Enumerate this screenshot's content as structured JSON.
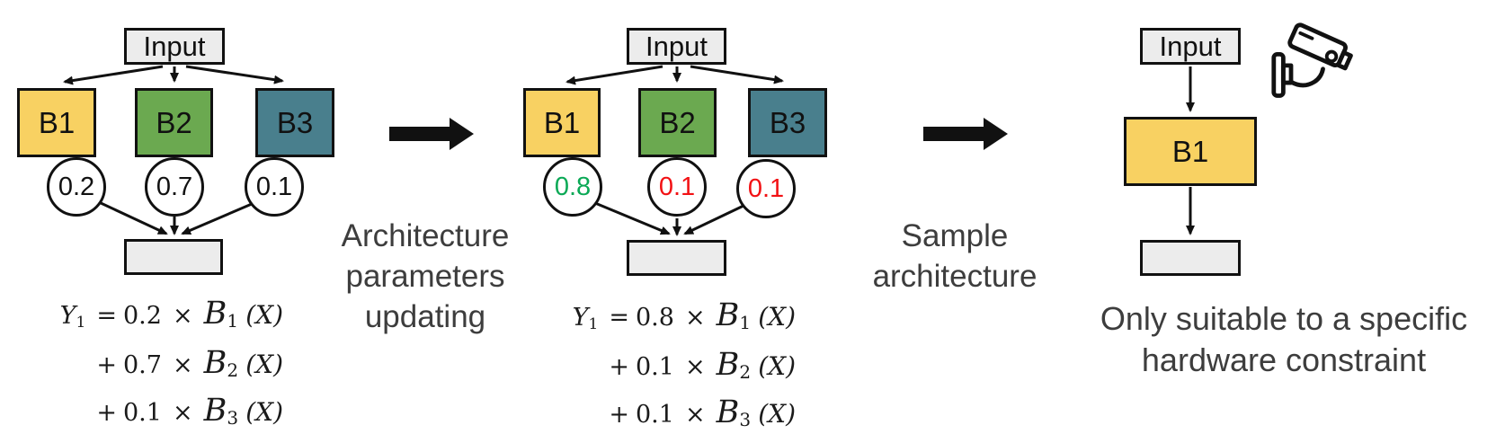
{
  "figure": {
    "type": "neural-architecture-search-overview",
    "colors": {
      "block_b1": "#F8D162",
      "block_b2": "#6BA950",
      "block_b3": "#497F8D",
      "io_box_fill": "#ECECEC",
      "outline": "#111111",
      "transition_text": "#3D3D3D",
      "param_increased": "#0BA956",
      "param_decreased": "#F21114"
    }
  },
  "diagrams": {
    "left": {
      "input_label": "Input",
      "blocks": [
        {
          "label": "B1"
        },
        {
          "label": "B2"
        },
        {
          "label": "B3"
        }
      ],
      "params": [
        {
          "value": "0.2"
        },
        {
          "value": "0.7"
        },
        {
          "value": "0.1"
        }
      ],
      "equation": {
        "lines": [
          {
            "lhs": "Y",
            "lhs_sub": "1",
            "op": "=",
            "coef": "0.2",
            "times": "×",
            "block": "B",
            "block_sub": "1",
            "arg": "(X)"
          },
          {
            "op": "+",
            "coef": "0.7",
            "times": "×",
            "block": "B",
            "block_sub": "2",
            "arg": "(X)"
          },
          {
            "op": "+",
            "coef": "0.1",
            "times": "×",
            "block": "B",
            "block_sub": "3",
            "arg": "(X)"
          }
        ]
      }
    },
    "middle": {
      "input_label": "Input",
      "blocks": [
        {
          "label": "B1"
        },
        {
          "label": "B2"
        },
        {
          "label": "B3"
        }
      ],
      "params": [
        {
          "value": "0.8",
          "trend": "up"
        },
        {
          "value": "0.1",
          "trend": "down"
        },
        {
          "value": "0.1",
          "trend": "down"
        }
      ],
      "equation": {
        "lines": [
          {
            "lhs": "Y",
            "lhs_sub": "1",
            "op": "=",
            "coef": "0.8",
            "times": "×",
            "block": "B",
            "block_sub": "1",
            "arg": "(X)"
          },
          {
            "op": "+",
            "coef": "0.1",
            "times": "×",
            "block": "B",
            "block_sub": "2",
            "arg": "(X)"
          },
          {
            "op": "+",
            "coef": "0.1",
            "times": "×",
            "block": "B",
            "block_sub": "3",
            "arg": "(X)"
          }
        ]
      }
    },
    "right": {
      "input_label": "Input",
      "block_label": "B1",
      "camera_icon": "cctv-surveillance-camera",
      "caption_line1": "Only suitable to a specific",
      "caption_line2": "hardware constraint"
    }
  },
  "transitions": {
    "first": {
      "label_line1": "Architecture",
      "label_line2": "parameters",
      "label_line3": "updating"
    },
    "second": {
      "label_line1": "Sample",
      "label_line2": "architecture"
    }
  }
}
